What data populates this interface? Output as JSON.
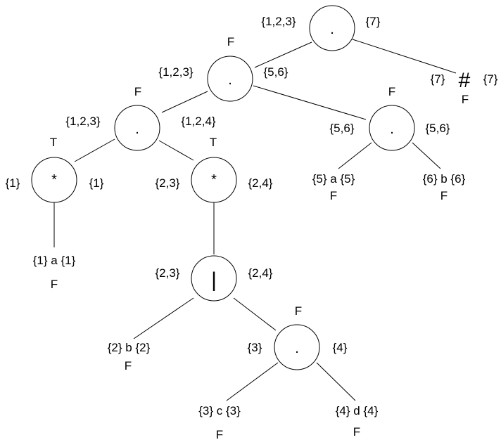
{
  "diagram": {
    "nodes": {
      "root": {
        "symbol": ".",
        "firstpos": "{1,2,3}",
        "lastpos": "{7}"
      },
      "n2": {
        "symbol": ".",
        "nullable": "F",
        "firstpos": "{1,2,3}",
        "lastpos": "{5,6}"
      },
      "n3": {
        "symbol": ".",
        "nullable": "F",
        "firstpos": "{1,2,3}",
        "lastpos": "{1,2,4}"
      },
      "star1": {
        "symbol": "*",
        "nullable": "T",
        "firstpos": "{1}",
        "lastpos": "{1}"
      },
      "star2": {
        "symbol": "*",
        "nullable": "T",
        "firstpos": "{2,3}",
        "lastpos": "{2,4}"
      },
      "pipe": {
        "symbol": "|",
        "firstpos": "{2,3}",
        "lastpos": "{2,4}"
      },
      "cat56": {
        "symbol": ".",
        "nullable": "F",
        "firstpos": "{5,6}",
        "lastpos": "{5,6}"
      },
      "cat34": {
        "symbol": ".",
        "nullable": "F",
        "firstpos": "{3}",
        "lastpos": "{4}"
      }
    },
    "leaves": {
      "hash": {
        "symbol": "#",
        "nullable": "F",
        "firstpos": "{7}",
        "lastpos": "{7}"
      },
      "a1": {
        "text": "{1} a {1}",
        "nullable": "F"
      },
      "a5": {
        "text": "{5} a {5}",
        "nullable": "F"
      },
      "b6": {
        "text": "{6} b {6}",
        "nullable": "F"
      },
      "b2": {
        "text": "{2} b {2}",
        "nullable": "F"
      },
      "c3": {
        "text": "{3} c {3}",
        "nullable": "F"
      },
      "d4": {
        "text": "{4} d {4}",
        "nullable": "F"
      }
    },
    "colors": {
      "line": "#000000",
      "node_fill": "#ffffff"
    }
  }
}
